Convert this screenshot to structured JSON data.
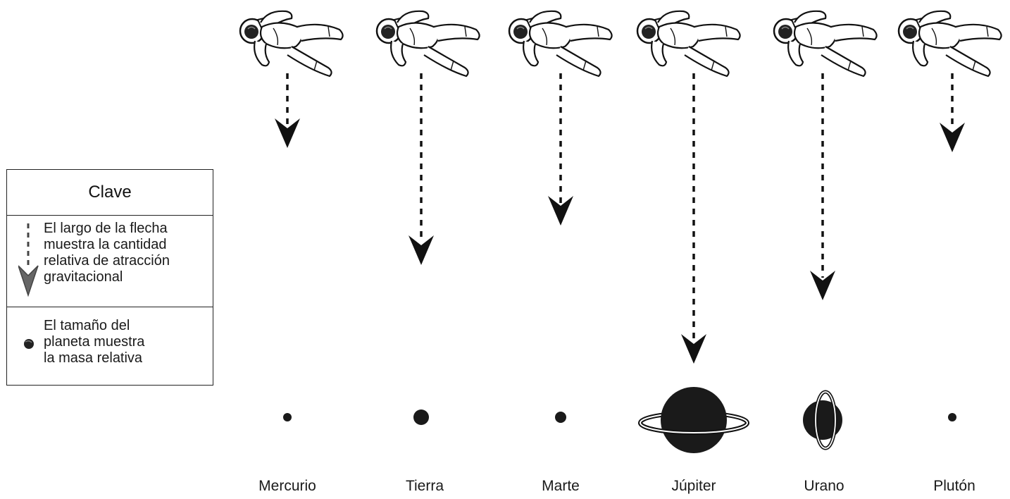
{
  "key": {
    "title": "Clave",
    "arrow_line1": "El largo de la flecha",
    "arrow_line2": "muestra la cantidad",
    "arrow_line3": "relativa de atracción",
    "arrow_line4": "gravitacional",
    "planet_line1": "El tamaño del",
    "planet_line2": "planeta muestra",
    "planet_line3": "la masa relativa"
  },
  "planets": [
    {
      "name": "Mercurio",
      "relative_pull": 1,
      "relative_size": "small",
      "ringed": false
    },
    {
      "name": "Tierra",
      "relative_pull": 2.5,
      "relative_size": "medium-small",
      "ringed": false
    },
    {
      "name": "Marte",
      "relative_pull": 2,
      "relative_size": "small",
      "ringed": false
    },
    {
      "name": "Júpiter",
      "relative_pull": 4,
      "relative_size": "very large",
      "ringed": true
    },
    {
      "name": "Urano",
      "relative_pull": 3,
      "relative_size": "large",
      "ringed": true
    },
    {
      "name": "Plutón",
      "relative_pull": 1,
      "relative_size": "tiny",
      "ringed": false
    }
  ]
}
